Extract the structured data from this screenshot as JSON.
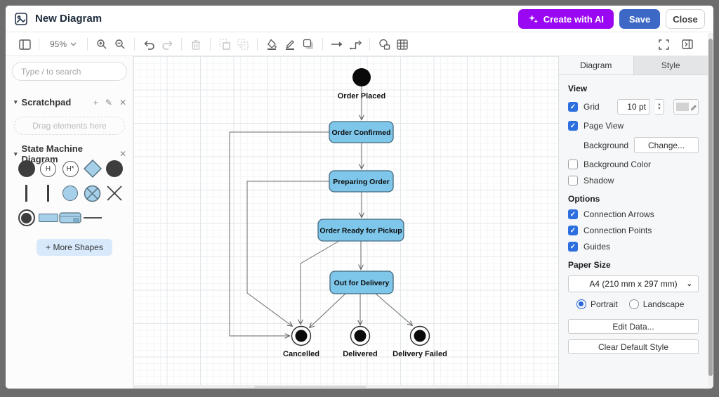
{
  "header": {
    "title": "New Diagram",
    "create_ai_label": "Create with AI",
    "save_label": "Save",
    "close_label": "Close"
  },
  "toolbar": {
    "zoom_level": "95%",
    "icons": [
      "toggle-sidebar",
      "zoom-dropdown",
      "zoom-in",
      "zoom-out",
      "undo",
      "redo",
      "delete",
      "to-front",
      "to-back",
      "fill-color",
      "line-color",
      "shadow",
      "connection-arrow",
      "waypoints",
      "insert-shape",
      "insert-table",
      "fullscreen",
      "format-panel"
    ]
  },
  "sidebar": {
    "search_placeholder": "Type / to search",
    "scratchpad": {
      "title": "Scratchpad",
      "drag_text": "Drag elements here",
      "icons": [
        "add",
        "edit",
        "close"
      ]
    },
    "section": {
      "title": "State Machine Diagram",
      "shape_letters": {
        "history": "H",
        "deep_history": "H*"
      },
      "shape_names": [
        "initial-state",
        "shallow-history",
        "deep-history",
        "choice",
        "initial-state",
        "fork-bar",
        "join-bar",
        "junction",
        "exit-point",
        "terminate",
        "final-state",
        "state",
        "composite-state",
        "transition-line"
      ]
    },
    "more_shapes_label": "+ More Shapes"
  },
  "diagram": {
    "states": [
      {
        "id": "start",
        "type": "initial",
        "label": "Order Placed"
      },
      {
        "id": "order_confirmed",
        "type": "state",
        "label": "Order Confirmed"
      },
      {
        "id": "preparing_order",
        "type": "state",
        "label": "Preparing Order"
      },
      {
        "id": "order_ready",
        "type": "state",
        "label": "Order Ready for Pickup"
      },
      {
        "id": "out_for_delivery",
        "type": "state",
        "label": "Out for Delivery"
      },
      {
        "id": "cancelled",
        "type": "final",
        "label": "Cancelled"
      },
      {
        "id": "delivered",
        "type": "final",
        "label": "Delivered"
      },
      {
        "id": "delivery_failed",
        "type": "final",
        "label": "Delivery Failed"
      }
    ],
    "transitions": [
      {
        "from": "start",
        "to": "order_confirmed"
      },
      {
        "from": "order_confirmed",
        "to": "preparing_order"
      },
      {
        "from": "preparing_order",
        "to": "order_ready"
      },
      {
        "from": "order_ready",
        "to": "out_for_delivery"
      },
      {
        "from": "out_for_delivery",
        "to": "delivered"
      },
      {
        "from": "out_for_delivery",
        "to": "delivery_failed"
      },
      {
        "from": "out_for_delivery",
        "to": "cancelled"
      },
      {
        "from": "order_confirmed",
        "to": "cancelled"
      },
      {
        "from": "preparing_order",
        "to": "cancelled"
      },
      {
        "from": "order_ready",
        "to": "cancelled"
      }
    ],
    "node_fill": "#7ec6ea",
    "node_stroke": "#466a7c",
    "edge_color": "#616161"
  },
  "panel": {
    "tabs": {
      "diagram": "Diagram",
      "style": "Style",
      "active": "Diagram"
    },
    "view": {
      "heading": "View",
      "grid_label": "Grid",
      "grid_size": "10 pt",
      "page_view_label": "Page View",
      "background_label": "Background",
      "change_button": "Change...",
      "background_color_label": "Background Color",
      "shadow_label": "Shadow"
    },
    "options": {
      "heading": "Options",
      "connection_arrows": "Connection Arrows",
      "connection_points": "Connection Points",
      "guides": "Guides"
    },
    "paper": {
      "heading": "Paper Size",
      "size_value": "A4 (210 mm x 297 mm)",
      "portrait_label": "Portrait",
      "landscape_label": "Landscape",
      "orientation": "Portrait"
    },
    "buttons": {
      "edit_data": "Edit Data...",
      "clear_default_style": "Clear Default Style"
    },
    "accent_color": "#2e6fe0"
  }
}
